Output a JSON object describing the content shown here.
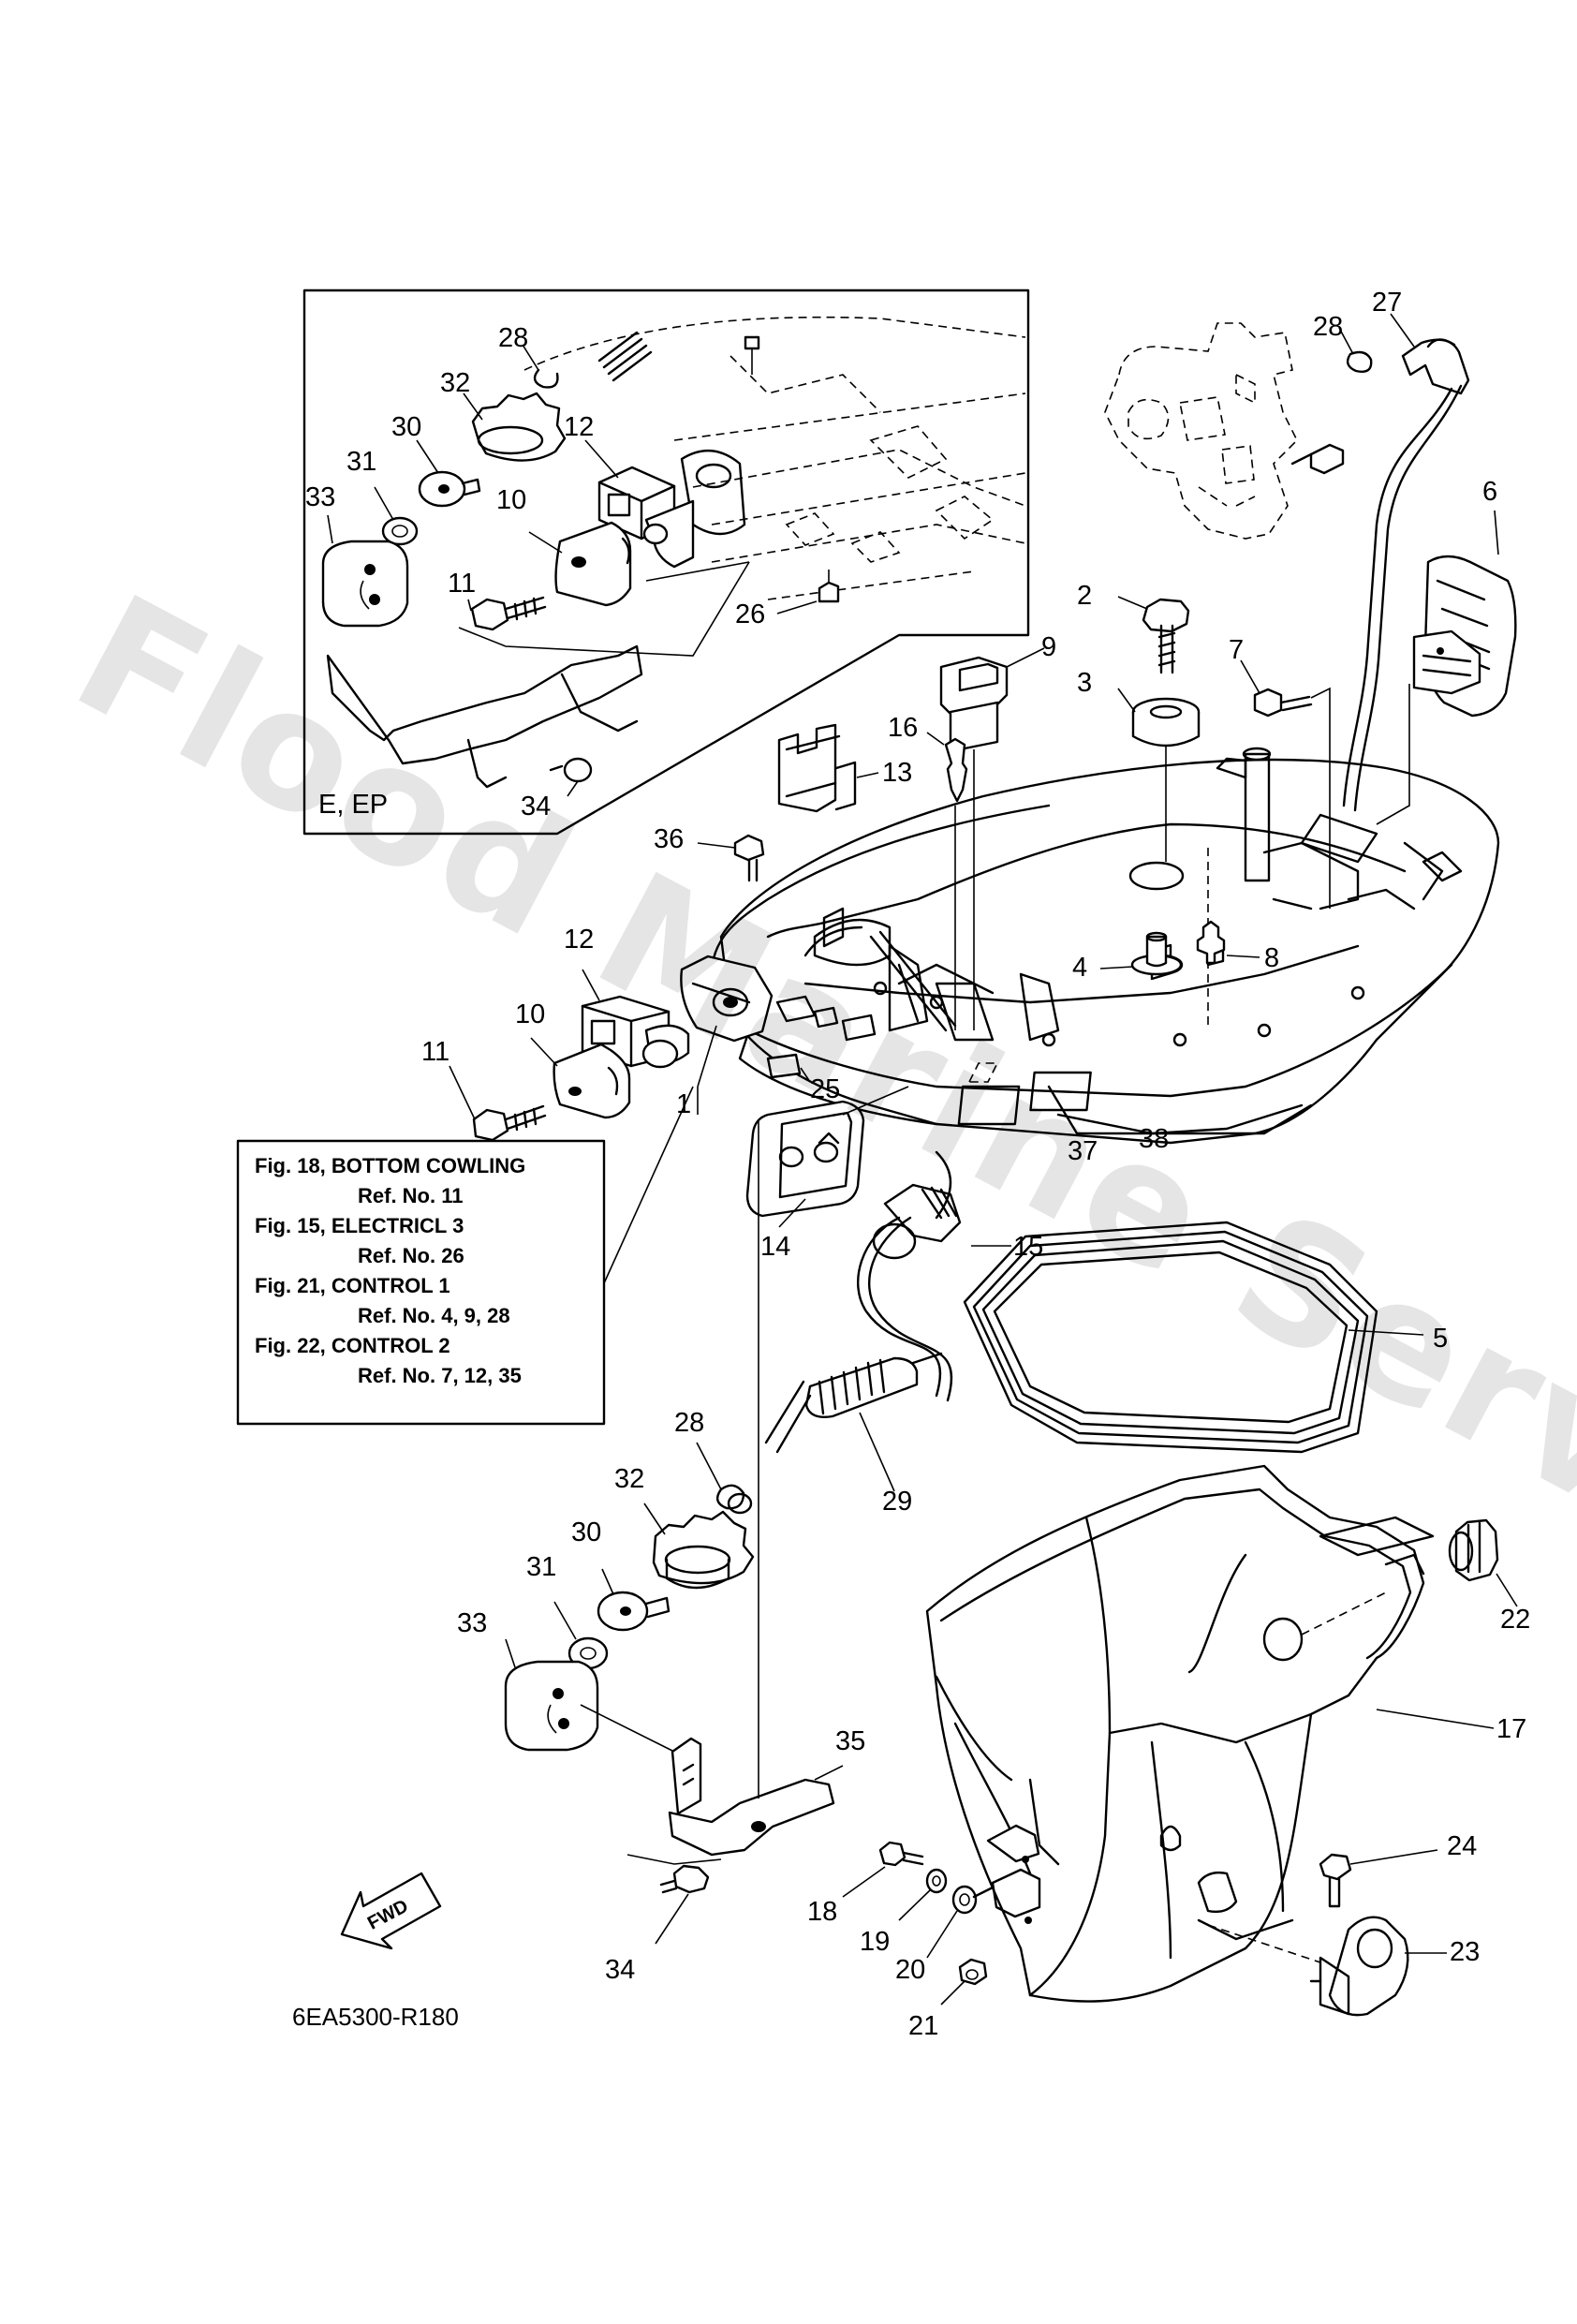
{
  "inset_label": "E, EP",
  "drawing_code": "6EA5300-R180",
  "fwd_label": "FWD",
  "watermark": "Flood Marine Services",
  "reference_box": [
    "Fig. 18, BOTTOM COWLING",
    "Ref. No. 11",
    "Fig. 15, ELECTRICL 3",
    "Ref. No. 26",
    "Fig. 21, CONTROL 1",
    "Ref. No. 4, 9, 28",
    "Fig. 22, CONTROL 2",
    "Ref. No. 7, 12, 35"
  ],
  "callouts": {
    "inset": [
      "28",
      "32",
      "30",
      "12",
      "31",
      "33",
      "10",
      "11",
      "26",
      "34"
    ],
    "main": [
      "27",
      "28",
      "6",
      "2",
      "9",
      "7",
      "3",
      "16",
      "13",
      "36",
      "12",
      "8",
      "4",
      "10",
      "11",
      "25",
      "1",
      "37",
      "38",
      "15",
      "14",
      "5",
      "28",
      "29",
      "32",
      "22",
      "30",
      "31",
      "33",
      "17",
      "35",
      "24",
      "18",
      "19",
      "23",
      "20",
      "34",
      "21"
    ]
  }
}
